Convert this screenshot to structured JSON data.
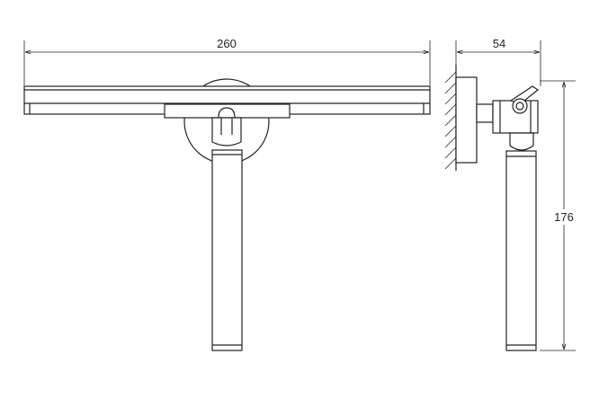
{
  "dimensions": {
    "width_label": "260",
    "depth_label": "54",
    "height_label": "176"
  },
  "colors": {
    "line": "#222222",
    "background": "#ffffff"
  }
}
